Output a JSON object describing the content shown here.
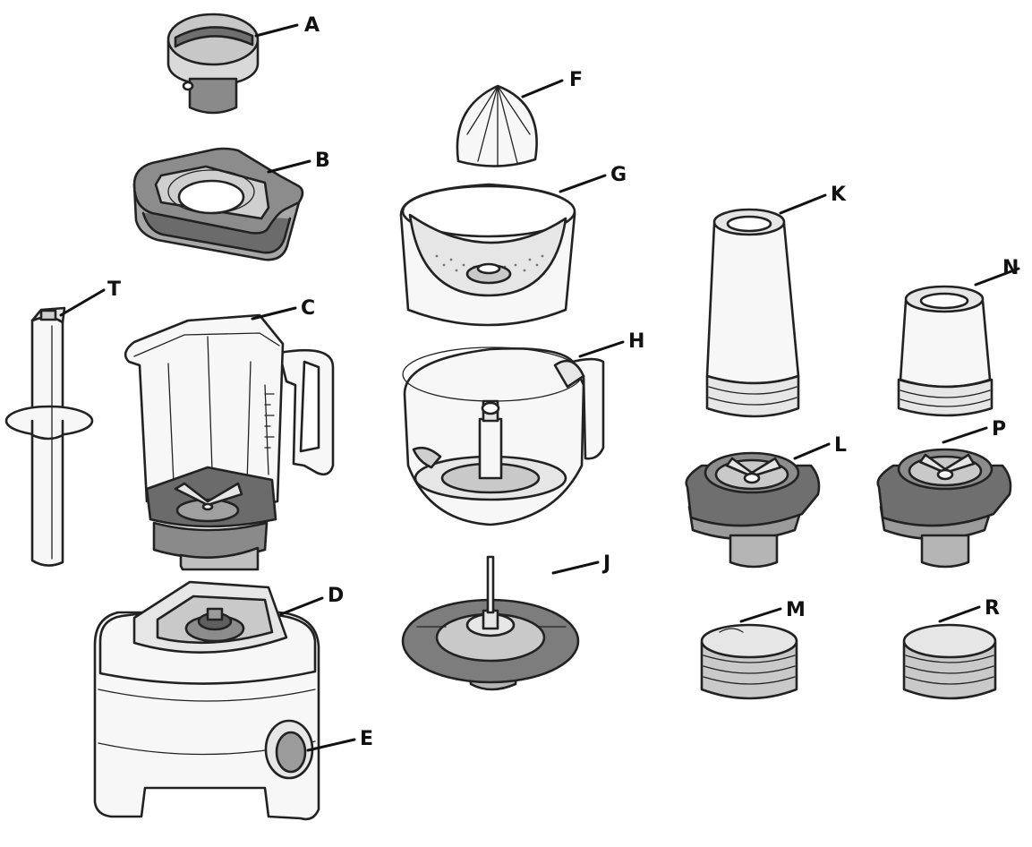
{
  "labels": {
    "A": "A",
    "B": "B",
    "C": "C",
    "D": "D",
    "E": "E",
    "F": "F",
    "G": "G",
    "H": "H",
    "J": "J",
    "K": "K",
    "L": "L",
    "M": "M",
    "N": "N",
    "P": "P",
    "R": "R",
    "T": "T"
  },
  "colors": {
    "line": "#222222",
    "light_fill": "#f7f7f7",
    "mid_fill": "#c9c9c9",
    "dark_fill": "#7d7d7d",
    "background": "#ffffff"
  }
}
